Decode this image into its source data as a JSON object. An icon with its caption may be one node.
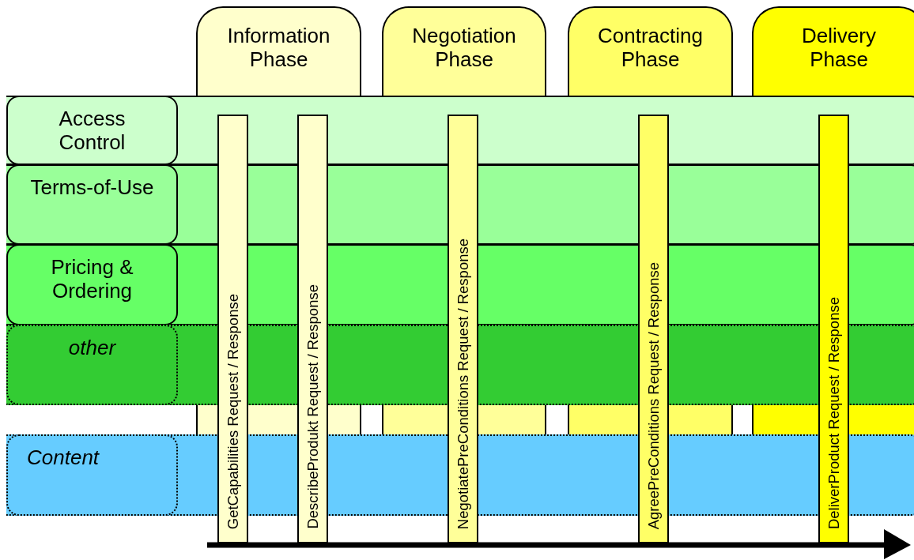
{
  "diagram": {
    "nodes": [
      {
        "text": [
          "Information Phase"
        ]
      },
      {
        "text": [
          "Negotiation Phase"
        ]
      },
      {
        "text": [
          "Contracting Phase"
        ]
      },
      {
        "text": [
          "Delivery Phase"
        ]
      },
      {
        "text": [
          "Access Control"
        ]
      },
      {
        "text": [
          "Terms-of-Use"
        ]
      },
      {
        "text": [
          "Pricing & Ordering"
        ]
      },
      {
        "text": [
          "other"
        ]
      },
      {
        "text": [
          "Content"
        ]
      },
      {
        "text": [
          "GetCapabilities Request / Response"
        ]
      },
      {
        "text": [
          "DescribeProdukt Request / Response"
        ]
      },
      {
        "text": [
          "NegotiatePreConditions Request / Response"
        ]
      },
      {
        "text": [
          "AgreePreConditions Request / Response"
        ]
      },
      {
        "text": [
          "DeliverProduct Request / Response"
        ]
      }
    ]
  }
}
